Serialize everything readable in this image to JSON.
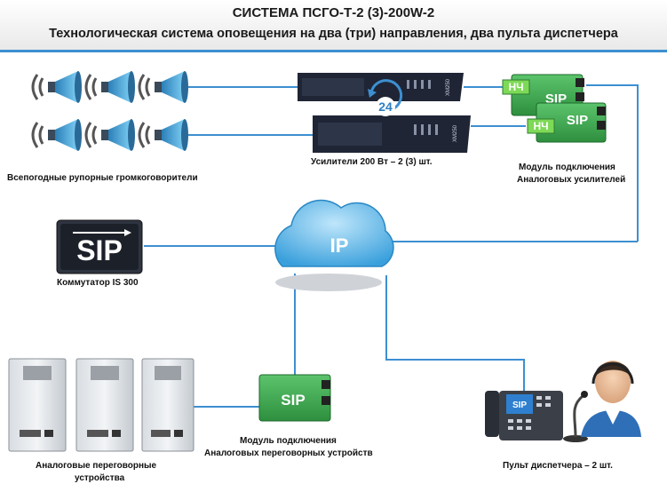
{
  "title": "СИСТЕМА ПСГО-Т-2 (3)-200W-2",
  "subtitle": "Технологическая система оповещения на два (три) направления, два пульта диспетчера",
  "cloud_text": "IP",
  "amp_badge": "24",
  "sip_text": "SIP",
  "nch_text": "НЧ",
  "amp_model": "XM250",
  "labels": {
    "speakers": "Всепогодные рупорные громкоговорители",
    "amplifiers": "Усилители 200 Вт – 2 (3) шт.",
    "analog_module_line1": "Модуль подключения",
    "analog_module_line2": "Аналоговых усилителей",
    "switch": "Коммутатор IS 300",
    "intercom_module_line1": "Модуль подключения",
    "intercom_module_line2": "Аналоговых переговорных устройств",
    "intercom_line1": "Аналоговые переговорные",
    "intercom_line2": "устройства",
    "operator": "Пульт диспетчера – 2 шт."
  },
  "colors": {
    "accent": "#3d8fd1",
    "line": "#3d8fd1",
    "speaker": "#4fb3e6",
    "module_green": "#3aa84f",
    "amp_dark": "#1f2535"
  }
}
